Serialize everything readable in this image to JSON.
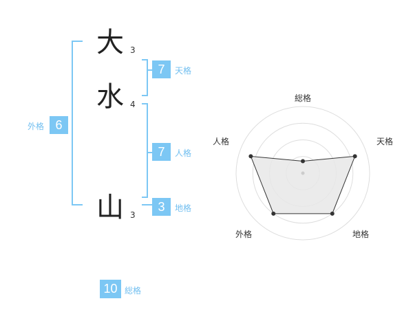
{
  "name": {
    "characters": [
      {
        "char": "大",
        "strokes": "3"
      },
      {
        "char": "水",
        "strokes": "4"
      },
      {
        "char": "山",
        "strokes": "3"
      }
    ]
  },
  "kakusu": {
    "tenkaku": {
      "value": "7",
      "label": "天格"
    },
    "jinkaku": {
      "value": "7",
      "label": "人格"
    },
    "chikaku": {
      "value": "3",
      "label": "地格"
    },
    "gaikaku": {
      "value": "6",
      "label": "外格"
    },
    "soukaku": {
      "value": "10",
      "label": "総格"
    }
  },
  "chart_data": {
    "type": "radar",
    "axes": [
      "総格",
      "天格",
      "地格",
      "外格",
      "人格"
    ],
    "values": [
      0.18,
      0.82,
      0.75,
      0.75,
      0.82
    ],
    "rings": 4,
    "line_color": "#333333",
    "fill_color": "#e8e8e8",
    "grid_color": "#dddddd"
  }
}
